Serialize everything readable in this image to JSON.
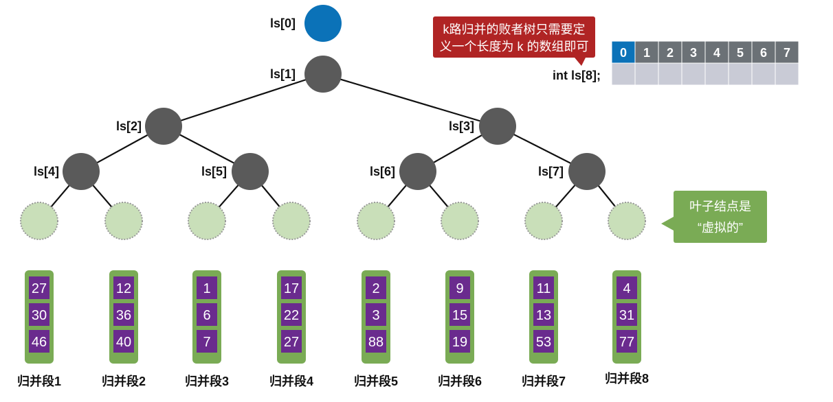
{
  "tree": {
    "root_label": "ls[0]",
    "internal_labels": [
      "ls[1]",
      "ls[2]",
      "ls[3]",
      "ls[4]",
      "ls[5]",
      "ls[6]",
      "ls[7]"
    ],
    "colors": {
      "root": "#0b72b8",
      "internal": "#5a5a5a",
      "leaf_fill": "#c9dfb9",
      "leaf_stroke": "#999999",
      "edge": "#111111"
    }
  },
  "array": {
    "declaration": "int ls[8];",
    "indices": [
      "0",
      "1",
      "2",
      "3",
      "4",
      "5",
      "6",
      "7"
    ],
    "colors": {
      "first": "#0b72b8",
      "header": "#6b7176",
      "body": "#c9cbd6"
    }
  },
  "callouts": {
    "top": [
      "k路归并的败者树只需要定",
      "义一个长度为 k 的数组即可"
    ],
    "leaf": [
      "叶子结点是",
      "“虚拟的”"
    ],
    "colors": {
      "top": "#b02424",
      "leaf": "#7aab55"
    }
  },
  "segments": [
    {
      "values": [
        "27",
        "30",
        "46"
      ],
      "label": "归并段1"
    },
    {
      "values": [
        "12",
        "36",
        "40"
      ],
      "label": "归并段2"
    },
    {
      "values": [
        "1",
        "6",
        "7"
      ],
      "label": "归并段3"
    },
    {
      "values": [
        "17",
        "22",
        "27"
      ],
      "label": "归并段4"
    },
    {
      "values": [
        "2",
        "3",
        "88"
      ],
      "label": "归并段5"
    },
    {
      "values": [
        "9",
        "15",
        "19"
      ],
      "label": "归并段6"
    },
    {
      "values": [
        "11",
        "13",
        "53"
      ],
      "label": "归并段7"
    },
    {
      "values": [
        "4",
        "31",
        "77"
      ],
      "label": "归并段8"
    }
  ],
  "segment_colors": {
    "frame": "#7aab55",
    "cell": "#6a2b8e"
  }
}
